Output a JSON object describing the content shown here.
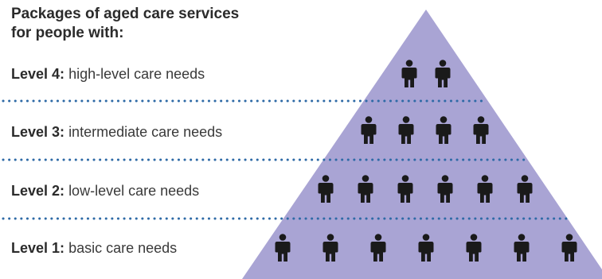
{
  "heading": {
    "line1": "Packages of aged care services",
    "line2": "for people with:"
  },
  "colors": {
    "pyramid": "#a9a4d4",
    "dots": "#2e6aa6",
    "person": "#1a1a1a"
  },
  "icon": "person-icon",
  "levels": [
    {
      "label": "Level 4:",
      "description": "high-level care needs",
      "people": 2
    },
    {
      "label": "Level 3:",
      "description": "intermediate care needs",
      "people": 4
    },
    {
      "label": "Level 2:",
      "description": "low-level care needs",
      "people": 6
    },
    {
      "label": "Level 1:",
      "description": "basic care needs",
      "people": 7
    }
  ]
}
